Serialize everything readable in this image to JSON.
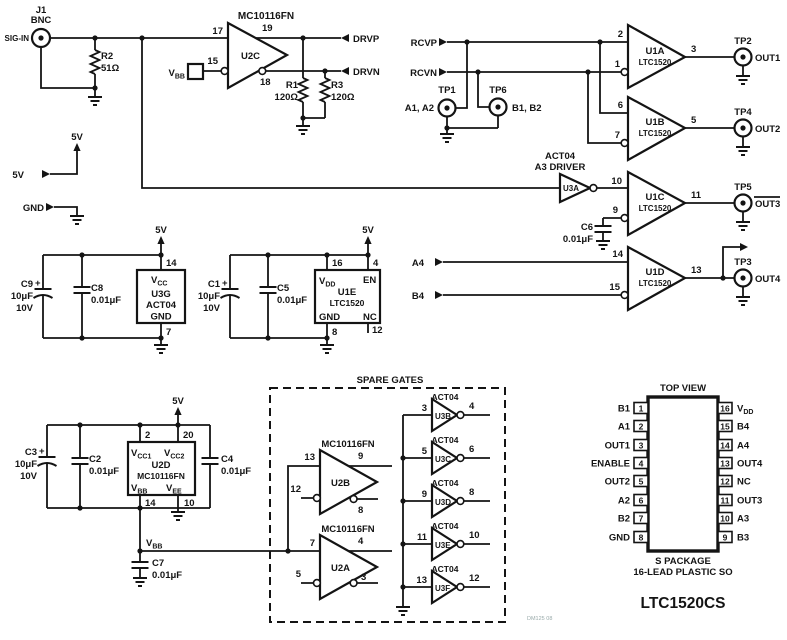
{
  "code": "DM125 08",
  "legend": {
    "v5_rail": "5V",
    "v5_in": "5V",
    "gnd_in": "GND"
  },
  "input": {
    "ref": "J1",
    "type": "BNC",
    "signal": "SIG-IN",
    "r2_ref": "R2",
    "r2_val": "51Ω"
  },
  "u2c": {
    "part": "MC10116FN",
    "ref": "U2C",
    "pin_in": "17",
    "pin_outp": "19",
    "pin_vbb": "15",
    "pin_outn": "18",
    "vbb_main": "V",
    "vbb_sub": "BB",
    "drvp": "DRVP",
    "drvn": "DRVN",
    "r1_ref": "R1",
    "r1_val": "120Ω",
    "r3_ref": "R3",
    "r3_val": "120Ω"
  },
  "rcv": {
    "rcvp": "RCVP",
    "rcvn": "RCVN",
    "tp1_name": "TP1",
    "tp1_tag": "A1, A2",
    "tp6_name": "TP6",
    "tp6_tag": "B1, B2"
  },
  "u1a": {
    "ref": "U1A",
    "part": "LTC1520",
    "pin_a": "2",
    "pin_b": "1",
    "pin_out": "3",
    "tp": "TP2",
    "out": "OUT1"
  },
  "u1b": {
    "ref": "U1B",
    "part": "LTC1520",
    "pin_a": "6",
    "pin_b": "7",
    "pin_out": "5",
    "tp": "TP4",
    "out": "OUT2"
  },
  "u3a": {
    "part": "ACT04",
    "role": "A3 DRIVER",
    "ref": "U3A"
  },
  "u1c": {
    "ref": "U1C",
    "part": "LTC1520",
    "pin_a": "10",
    "pin_b": "9",
    "pin_out": "11",
    "tp": "TP5",
    "out": "OUT3",
    "c6_ref": "C6",
    "c6_val": "0.01μF"
  },
  "u1d": {
    "ref": "U1D",
    "part": "LTC1520",
    "pin_a": "14",
    "pin_b": "15",
    "pin_out": "13",
    "tp": "TP3",
    "out": "OUT4",
    "in_a": "A4",
    "in_b": "B4"
  },
  "byp1": {
    "v5": "5V",
    "c9_ref": "C9",
    "c9_plus": "+",
    "c9_val": "10μF",
    "c9_volt": "10V",
    "c8_ref": "C8",
    "c8_val": "0.01μF",
    "ref": "U3G",
    "part": "ACT04",
    "vcc_main": "V",
    "vcc_sub": "CC",
    "gnd": "GND",
    "pin_vcc": "14",
    "pin_gnd": "7"
  },
  "byp2": {
    "v5": "5V",
    "c1_ref": "C1",
    "c1_plus": "+",
    "c1_val": "10μF",
    "c1_volt": "10V",
    "c5_ref": "C5",
    "c5_val": "0.01μF",
    "ref": "U1E",
    "part": "LTC1520",
    "vdd_main": "V",
    "vdd_sub": "DD",
    "en": "EN",
    "gnd": "GND",
    "nc": "NC",
    "pin_vdd": "16",
    "pin_en": "4",
    "pin_gnd": "8",
    "pin_nc": "12"
  },
  "byp3": {
    "v5": "5V",
    "c3_ref": "C3",
    "c3_plus": "+",
    "c3_val": "10μF",
    "c3_volt": "10V",
    "c2_ref": "C2",
    "c2_val": "0.01μF",
    "c4_ref": "C4",
    "c4_val": "0.01μF",
    "ref": "U2D",
    "part": "MC10116FN",
    "vcc1_main": "V",
    "vcc1_sub": "CC1",
    "vcc2_main": "V",
    "vcc2_sub": "CC2",
    "vbb_main": "V",
    "vbb_sub": "BB",
    "vee_main": "V",
    "vee_sub": "EE",
    "pin_vcc1": "2",
    "pin_vcc2": "20",
    "pin_vbb": "14",
    "pin_vee": "10",
    "c7_ref": "C7",
    "c7_val": "0.01μF",
    "net_main": "V",
    "net_sub": "BB"
  },
  "spare": {
    "title": "SPARE GATES",
    "u2b": {
      "part": "MC10116FN",
      "ref": "U2B",
      "p_in": "13",
      "p_out": "9",
      "p_in2": "12",
      "p_out2": "8"
    },
    "u2a": {
      "part": "MC10116FN",
      "ref": "U2A",
      "p_in": "7",
      "p_out": "4",
      "p_in2": "5",
      "p_out2": "3"
    },
    "gates": [
      {
        "part": "ACT04",
        "ref": "U3B",
        "pin": "3",
        "pout": "4"
      },
      {
        "part": "ACT04",
        "ref": "U3C",
        "pin": "5",
        "pout": "6"
      },
      {
        "part": "ACT04",
        "ref": "U3D",
        "pin": "9",
        "pout": "8"
      },
      {
        "part": "ACT04",
        "ref": "U3E",
        "pin": "11",
        "pout": "10"
      },
      {
        "part": "ACT04",
        "ref": "U3F",
        "pin": "13",
        "pout": "12"
      }
    ]
  },
  "pkg": {
    "title": "TOP VIEW",
    "left": [
      {
        "label": "B1",
        "num": "1"
      },
      {
        "label": "A1",
        "num": "2"
      },
      {
        "label": "OUT1",
        "num": "3"
      },
      {
        "label": "ENABLE",
        "num": "4"
      },
      {
        "label": "OUT2",
        "num": "5"
      },
      {
        "label": "A2",
        "num": "6"
      },
      {
        "label": "B2",
        "num": "7"
      },
      {
        "label": "GND",
        "num": "8"
      }
    ],
    "right": [
      {
        "num": "16",
        "label": "V",
        "sub": "DD"
      },
      {
        "num": "15",
        "label": "B4"
      },
      {
        "num": "14",
        "label": "A4"
      },
      {
        "num": "13",
        "label": "OUT4"
      },
      {
        "num": "12",
        "label": "NC"
      },
      {
        "num": "11",
        "label": "OUT3"
      },
      {
        "num": "10",
        "label": "A3"
      },
      {
        "num": "9",
        "label": "B3"
      }
    ],
    "pkg1": "S PACKAGE",
    "pkg2": "16-LEAD PLASTIC SO",
    "part": "LTC1520CS"
  }
}
